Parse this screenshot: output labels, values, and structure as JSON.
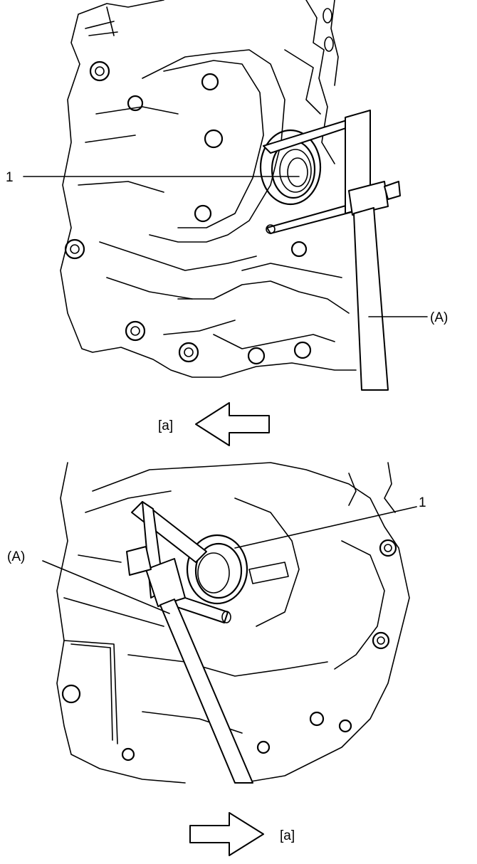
{
  "figure_top": {
    "callout_part": "1",
    "callout_tool": "(A)",
    "direction_label": "[a]",
    "direction_arrow": "left"
  },
  "figure_bottom": {
    "callout_part": "1",
    "callout_tool": "(A)",
    "direction_label": "[a]",
    "direction_arrow": "right"
  }
}
